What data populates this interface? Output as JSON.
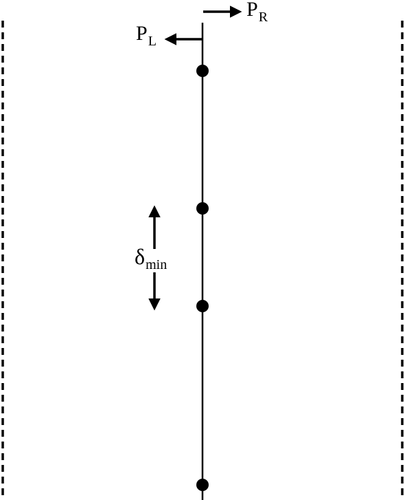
{
  "labels": {
    "p_right": {
      "main": "P",
      "sub": "R"
    },
    "p_left": {
      "main": "P",
      "sub": "L"
    },
    "delta": {
      "main": "δ",
      "sub": "min"
    }
  },
  "colors": {
    "ink": "#000000",
    "background": "#ffffff"
  },
  "icons": {
    "arrow_right": "arrow-right-icon",
    "arrow_left": "arrow-left-icon",
    "double_arrow": "double-arrow-vertical-icon"
  }
}
